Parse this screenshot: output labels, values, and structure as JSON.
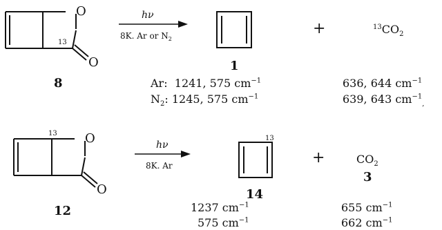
{
  "reaction1": {
    "reactant_label": "8",
    "reactant_atom_o": "O",
    "reactant_carbonyl_o": "O",
    "reactant_isotope": "13",
    "arrow_top": "hν",
    "arrow_bottom": "8K. Ar or N",
    "arrow_bottom_sub": "2",
    "plus": "+",
    "product_label": "1",
    "co2_isotope": "13",
    "co2_text": "CO",
    "co2_sub": "2",
    "ir_rows": [
      {
        "medium": "Ar:",
        "medium_sub": "",
        "peaks_a": "1241, 575 cm",
        "peaks_b": "636, 644 cm",
        "trail": ""
      },
      {
        "medium": "N",
        "medium_sub": "2",
        "peaks_a": ": 1245, 575 cm",
        "peaks_b": "639, 643 cm",
        "trail": ","
      }
    ],
    "unit_sup": "−1"
  },
  "reaction2": {
    "reactant_label": "12",
    "reactant_atom_o": "O",
    "reactant_carbonyl_o": "O",
    "reactant_isotope": "13",
    "arrow_top": "hν",
    "arrow_bottom": "8K. Ar",
    "plus": "+",
    "product_label": "14",
    "product_isotope": "13",
    "co2_text": "CO",
    "co2_sub": "2",
    "co2_label": "3",
    "ir_rows": [
      {
        "peaks_a": "1237 cm",
        "peaks_b": "655 cm"
      },
      {
        "peaks_a": "575 cm",
        "peaks_b": "662 cm"
      }
    ],
    "unit_sup": "−1"
  }
}
